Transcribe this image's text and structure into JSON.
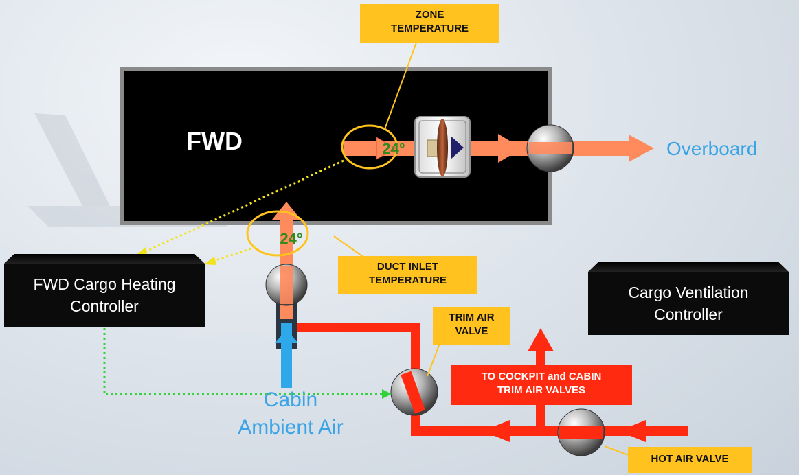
{
  "compartment": {
    "name": "FWD"
  },
  "outlet": {
    "label": "Overboard"
  },
  "inlet": {
    "label": "Cabin\nAmbient Air"
  },
  "sensors": {
    "zone_reading": "24°",
    "duct_reading": "24°"
  },
  "callouts": {
    "zone_temperature": "ZONE\nTEMPERATURE",
    "duct_inlet_temperature": "DUCT INLET\nTEMPERATURE",
    "trim_air_valve": "TRIM AIR\nVALVE",
    "hot_air_valve": "HOT AIR VALVE",
    "to_cockpit": "TO COCKPIT and CABIN\nTRIM AIR VALVES"
  },
  "controllers": {
    "heating": "FWD Cargo Heating\nController",
    "ventilation": "Cargo Ventilation\nController"
  },
  "colors": {
    "hot_air": "#ff2a10",
    "warm_flow": "#ff8a5c",
    "cabin_air": "#2fa8ea",
    "callout": "#ffc21e",
    "signal_yellow": "#f2e21a",
    "signal_green": "#34d13c",
    "sensor_reading": "#2e8b1f"
  }
}
